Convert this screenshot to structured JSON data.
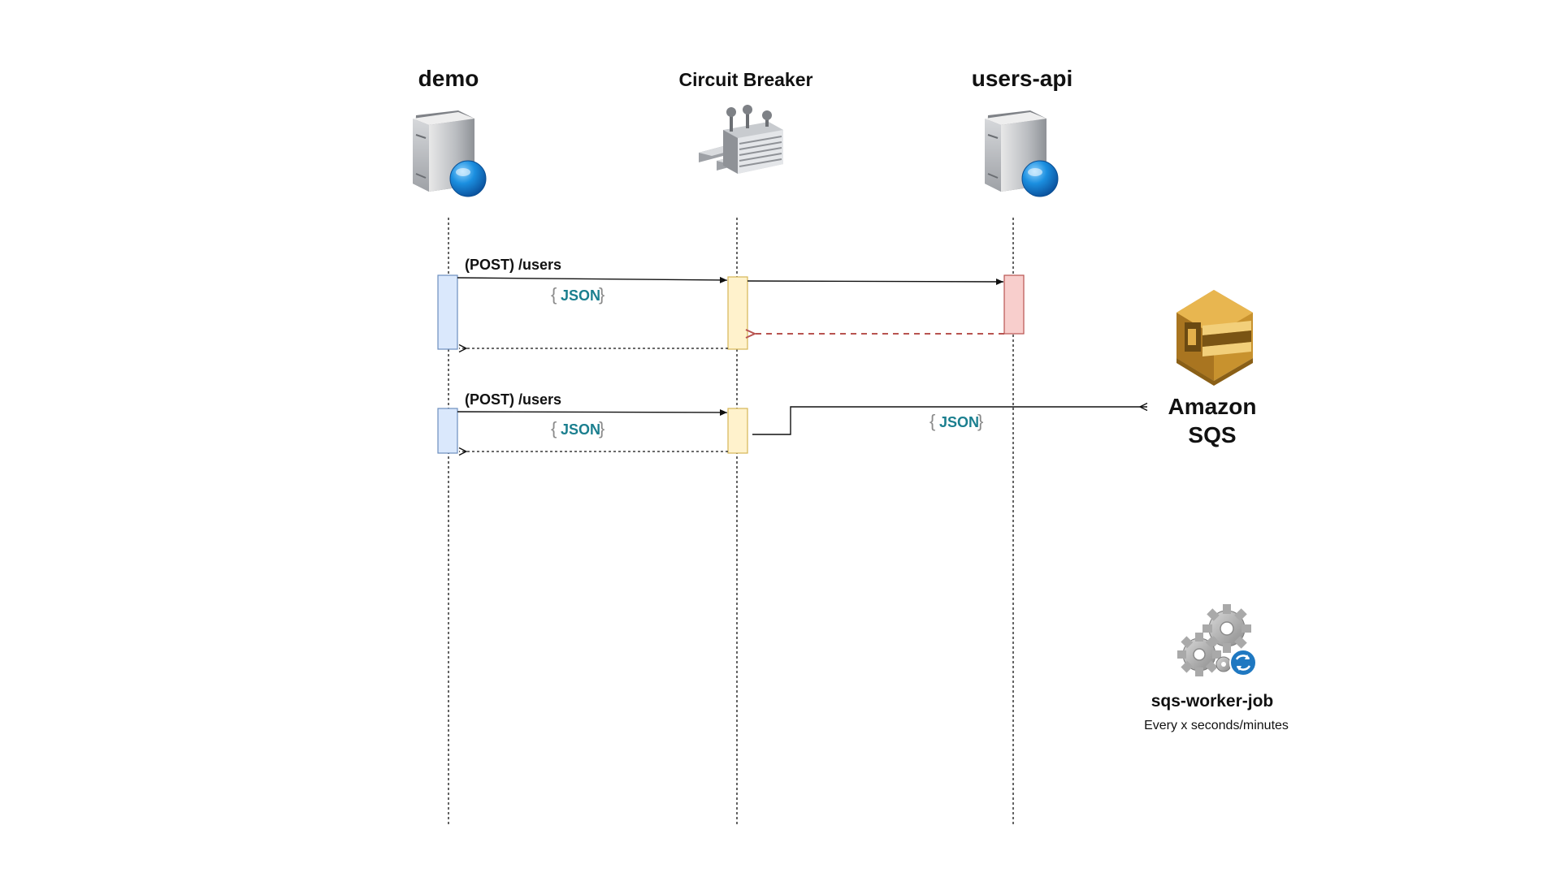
{
  "participants": {
    "demo": {
      "title": "demo"
    },
    "circuit_breaker": {
      "title": "Circuit Breaker"
    },
    "users_api": {
      "title": "users-api"
    }
  },
  "messages": {
    "first_request": {
      "label": "(POST) /users"
    },
    "second_request": {
      "label": "(POST) /users"
    }
  },
  "payloads": {
    "first_request_payload": {
      "open": "{",
      "word": "JSON",
      "close": "}"
    },
    "second_request_payload": {
      "open": "{",
      "word": "JSON",
      "close": "}"
    },
    "sqs_payload": {
      "open": "{",
      "word": "JSON",
      "close": "}"
    }
  },
  "sqs": {
    "line1": "Amazon",
    "line2": "SQS"
  },
  "worker": {
    "title": "sqs-worker-job",
    "subtitle": "Every x seconds/minutes"
  },
  "colors": {
    "demo_activation": "#dae8fc",
    "demo_activation_border": "#6c8ebf",
    "cb_activation": "#fff2cc",
    "cb_activation_border": "#d6b656",
    "api_activation": "#f8cecc",
    "api_activation_border": "#b85450",
    "error_return": "#b85450",
    "json_accent": "#1b7f8f",
    "sqs_gold": "#d9a741"
  },
  "icons": {
    "demo": "web-server-icon",
    "circuit_breaker": "circuit-breaker-switch-icon",
    "users_api": "web-server-icon",
    "sqs": "amazon-sqs-icon",
    "worker": "gears-sync-icon"
  }
}
